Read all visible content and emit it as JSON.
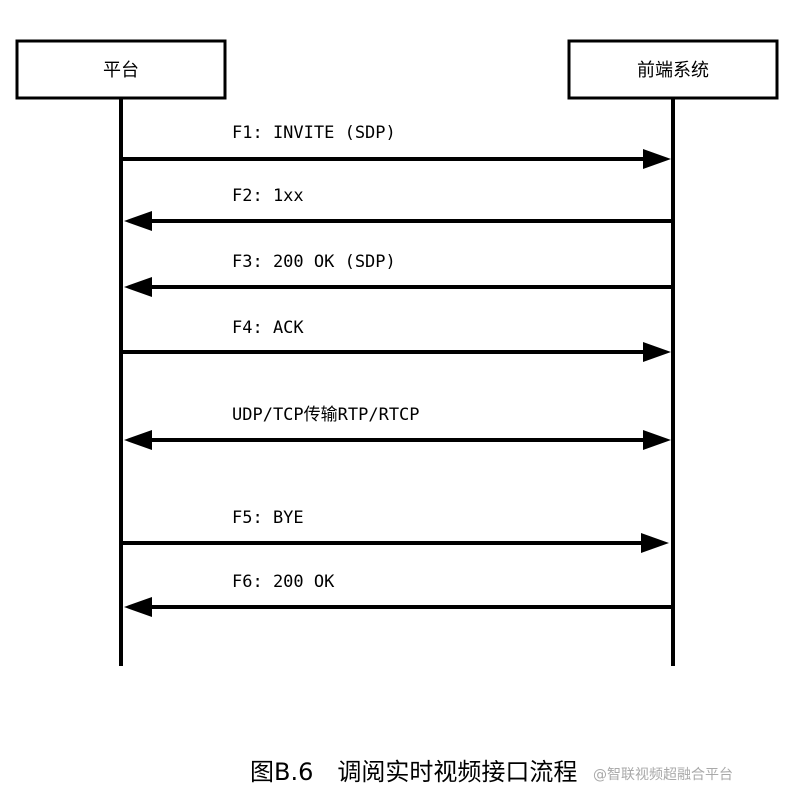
{
  "participants": {
    "left": "平台",
    "right": "前端系统"
  },
  "messages": [
    {
      "label": "F1: INVITE (SDP)",
      "direction": "right"
    },
    {
      "label": "F2: 1xx",
      "direction": "left"
    },
    {
      "label": "F3: 200 OK (SDP)",
      "direction": "left"
    },
    {
      "label": "F4: ACK",
      "direction": "right"
    },
    {
      "label": "UDP/TCP传输RTP/RTCP",
      "direction": "both"
    },
    {
      "label": "F5: BYE",
      "direction": "right"
    },
    {
      "label": "F6: 200 OK",
      "direction": "left"
    }
  ],
  "caption": "图B.6　调阅实时视频接口流程",
  "watermark": "@智联视频超融合平台"
}
